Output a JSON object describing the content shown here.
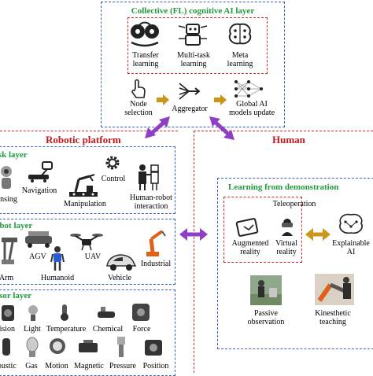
{
  "colors": {
    "blue_dash": "#3b5fc4",
    "red_dash": "#d42a2a",
    "green_text": "#1e9a3c",
    "red_text": "#c0181f",
    "purple_arrow": "#8e3fc6",
    "gold_arrow": "#c9961a"
  },
  "cognitive": {
    "title": "Collective (FL) cognitive AI layer",
    "items": [
      {
        "label": "Transfer\nlearning",
        "icon": "transfer-learning-icon"
      },
      {
        "label": "Multi-task\nlearning",
        "icon": "multitask-robot-icon"
      },
      {
        "label": "Meta\nlearning",
        "icon": "meta-learning-brain-icon"
      }
    ],
    "flow": [
      {
        "label": "Node\nselection",
        "icon": "hand-pointer-icon"
      },
      {
        "label": "Aggregator",
        "icon": "aggregator-icon"
      },
      {
        "label": "Global AI\nmodels update",
        "icon": "neural-network-icon"
      }
    ]
  },
  "robotic": {
    "title": "Robotic platform",
    "task": {
      "title": "Task layer",
      "items": [
        "Sensing",
        "Navigation",
        "Manipulation",
        "Control",
        "Human-robot\ninteraction"
      ]
    },
    "robot": {
      "title": "Robot layer",
      "items": [
        "Arm",
        "AGV",
        "Humanoid",
        "UAV",
        "Vehicle",
        "Industrial"
      ]
    },
    "sensor": {
      "title": "Sensor layer",
      "row1": [
        "Vision",
        "Light",
        "Temperature",
        "Chemical",
        "Force"
      ],
      "row2": [
        "Acoustic",
        "Gas",
        "Motion",
        "Magnetic",
        "Pressure",
        "Position"
      ]
    }
  },
  "human": {
    "title": "Human",
    "lfd": {
      "title": "Learning from demonstration",
      "teleop_title": "Teleoperation",
      "teleop_items": [
        "Augmented\nreality",
        "Virtual\nreality"
      ],
      "explainable": "Explainable\nAI",
      "bottom": [
        "Passive\nobservation",
        "Kinesthetic\nteaching"
      ]
    }
  }
}
